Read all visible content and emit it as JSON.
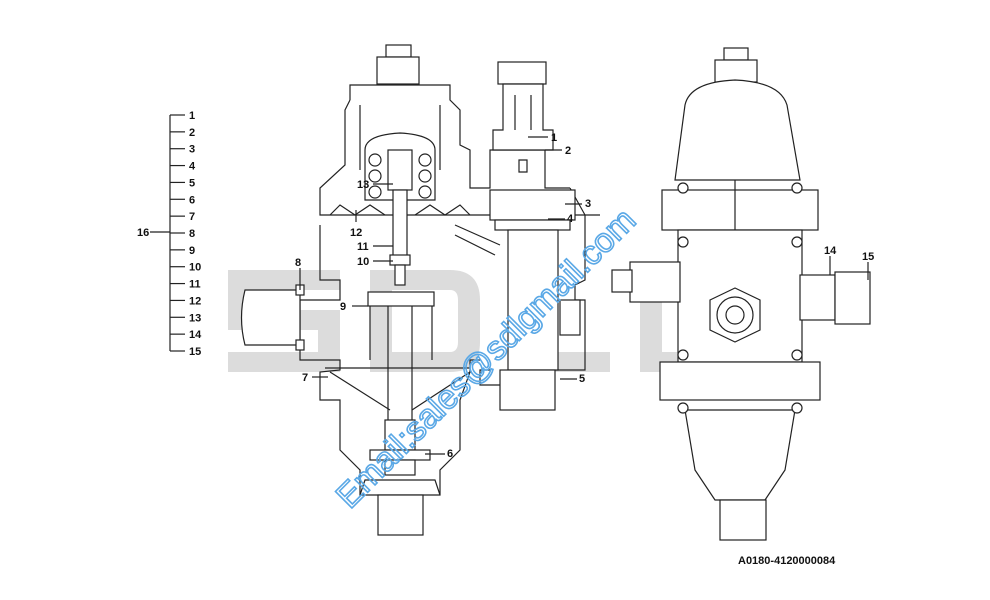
{
  "legend": {
    "group_label": "16",
    "items": [
      "1",
      "2",
      "3",
      "4",
      "5",
      "6",
      "7",
      "8",
      "9",
      "10",
      "11",
      "12",
      "13",
      "14",
      "15"
    ]
  },
  "callouts": {
    "c1": "1",
    "c2": "2",
    "c3": "3",
    "c4": "4",
    "c5": "5",
    "c6": "6",
    "c7": "7",
    "c8": "8",
    "c9": "9",
    "c10": "10",
    "c11": "11",
    "c12": "12",
    "c13": "13",
    "c14": "14",
    "c15": "15"
  },
  "watermark": {
    "logo": "SDLG",
    "email": "Email:sales@sdlgmail.com"
  },
  "drawing_code": "A0180-4120000084",
  "colors": {
    "line": "#222222",
    "watermark_gray": "#d9d9d9",
    "email_blue": "#5aa8e6"
  }
}
